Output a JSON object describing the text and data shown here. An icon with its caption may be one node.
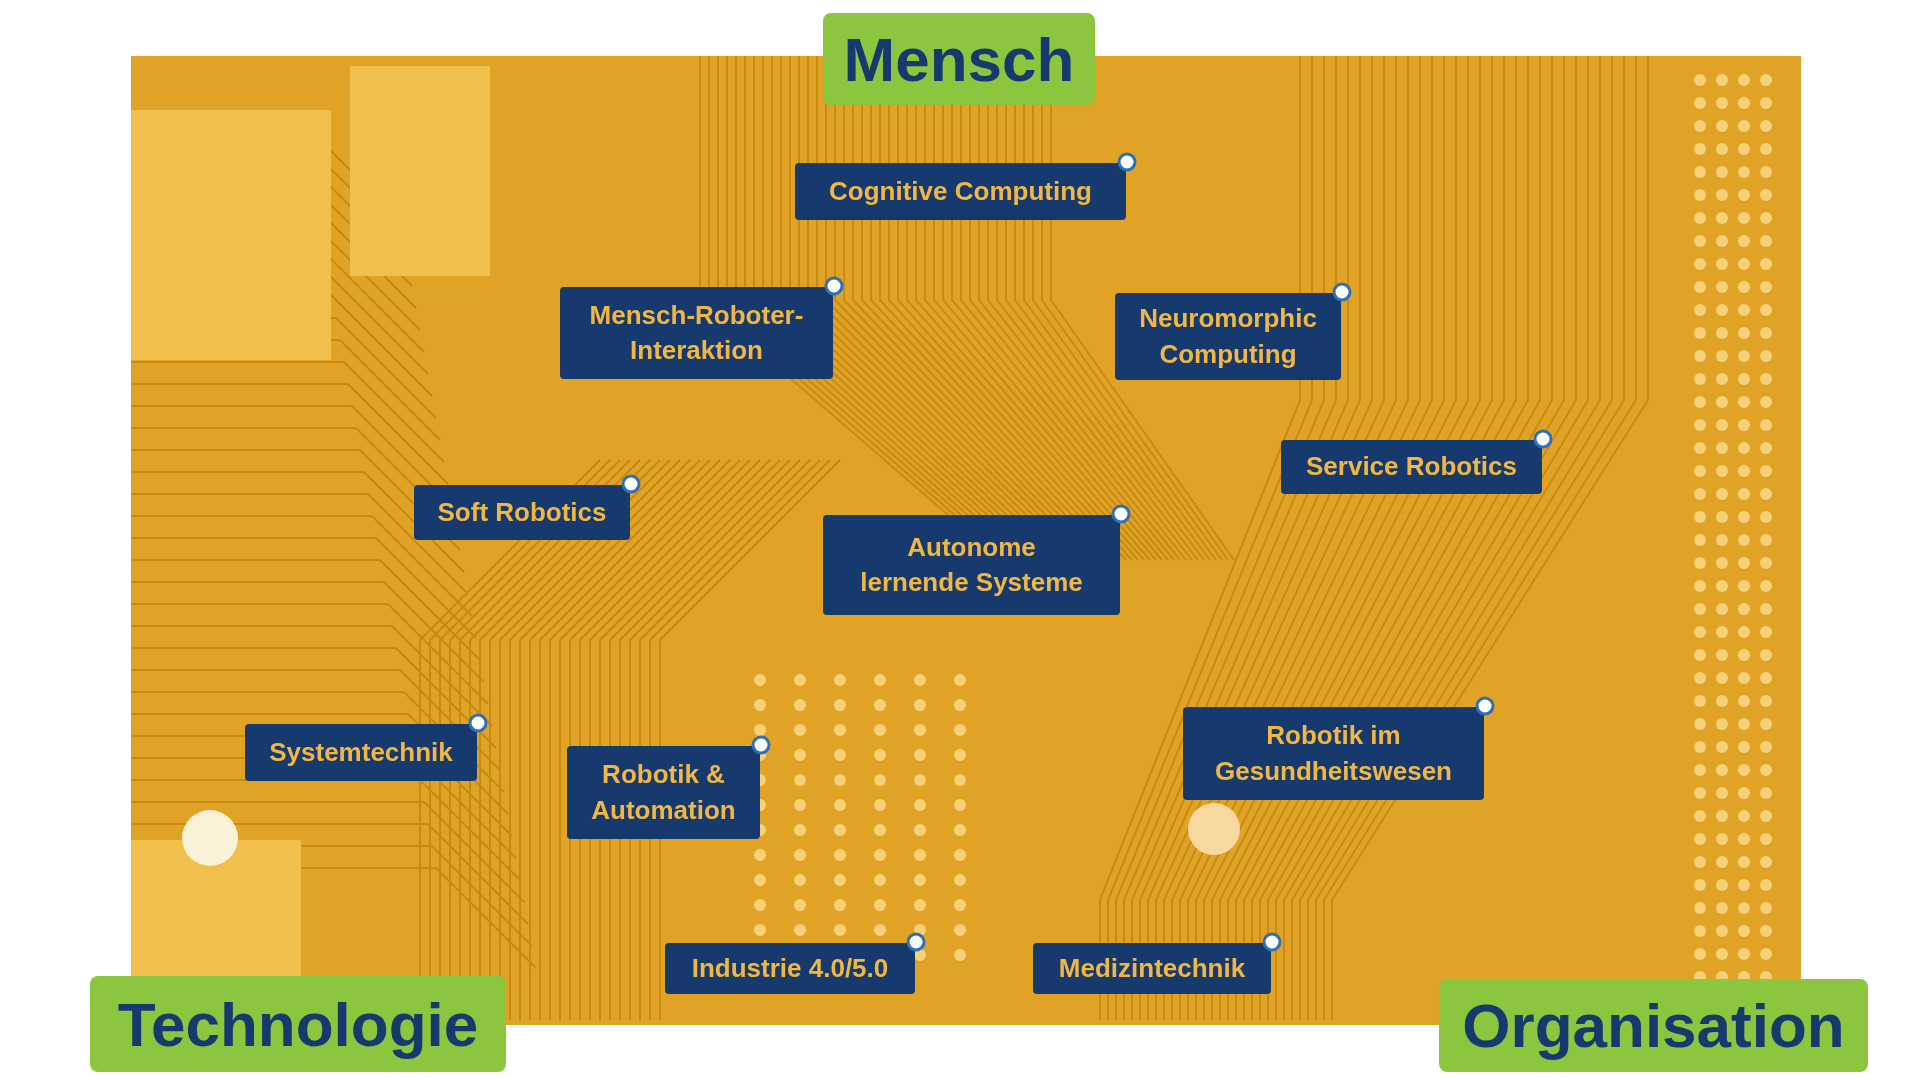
{
  "diagram": {
    "nodes": [
      {
        "text": [
          "Mensch"
        ]
      },
      {
        "text": [
          "Cognitive Computing"
        ]
      },
      {
        "text": [
          "Mensch-Roboter-Interaktion"
        ]
      },
      {
        "text": [
          "Neuromorphic Computing"
        ]
      },
      {
        "text": [
          "Service Robotics"
        ]
      },
      {
        "text": [
          "Soft Robotics"
        ]
      },
      {
        "text": [
          "Autonome lernende Systeme"
        ]
      },
      {
        "text": [
          "Systemtechnik"
        ]
      },
      {
        "text": [
          "Robotik & Automation"
        ]
      },
      {
        "text": [
          "Robotik im Gesundheitswesen"
        ]
      },
      {
        "text": [
          "Industrie 4.0/5.0"
        ]
      },
      {
        "text": [
          "Medizintechnik"
        ]
      },
      {
        "text": [
          "Technologie"
        ]
      },
      {
        "text": [
          "Organisation"
        ]
      }
    ]
  }
}
